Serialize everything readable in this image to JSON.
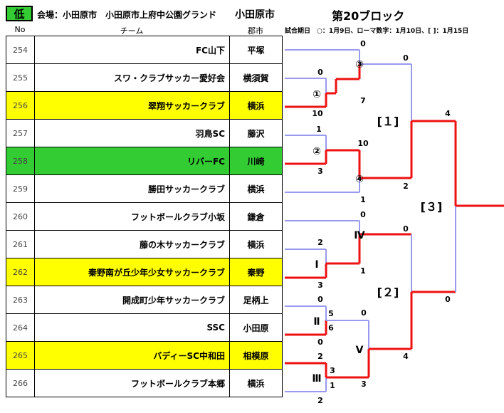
{
  "header": {
    "level_badge": "低",
    "venue": "会場：小田原市　小田原市上府中公園グランド",
    "city": "小田原市",
    "block_title": "第20ブロック",
    "date_note": "試合期日　○：1月9日、ローマ数字：1月10日、[ ]：1月15日",
    "col_no": "No",
    "col_team": "チーム",
    "col_area": "郡市"
  },
  "teams": [
    {
      "no": "254",
      "name": "FC山下",
      "area": "平塚",
      "hl": ""
    },
    {
      "no": "255",
      "name": "スワ・クラブサッカー愛好会",
      "area": "横須賀",
      "hl": ""
    },
    {
      "no": "256",
      "name": "翠翔サッカークラブ",
      "area": "横浜",
      "hl": "yellow"
    },
    {
      "no": "257",
      "name": "羽鳥SC",
      "area": "藤沢",
      "hl": ""
    },
    {
      "no": "258",
      "name": "リバーFC",
      "area": "川崎",
      "hl": "green"
    },
    {
      "no": "259",
      "name": "勝田サッカークラブ",
      "area": "横浜",
      "hl": ""
    },
    {
      "no": "260",
      "name": "フットボールクラブ小坂",
      "area": "鎌倉",
      "hl": ""
    },
    {
      "no": "261",
      "name": "藤の木サッカークラブ",
      "area": "横浜",
      "hl": ""
    },
    {
      "no": "262",
      "name": "秦野南が丘少年少女サッカークラブ",
      "area": "秦野",
      "hl": "yellow"
    },
    {
      "no": "263",
      "name": "開成町少年サッカークラブ",
      "area": "足柄上",
      "hl": ""
    },
    {
      "no": "264",
      "name": "SSC",
      "area": "小田原",
      "hl": ""
    },
    {
      "no": "265",
      "name": "バディーSC中和田",
      "area": "相模原",
      "hl": "yellow"
    },
    {
      "no": "266",
      "name": "フットボールクラブ本郷",
      "area": "横浜",
      "hl": ""
    }
  ],
  "bracket": {
    "games": [
      "①",
      "②",
      "③",
      "④",
      "Ⅰ",
      "Ⅱ",
      "Ⅲ",
      "Ⅳ",
      "Ⅴ",
      "[１]",
      "[２]",
      "[３]"
    ],
    "scores": {
      "g1_top": "0",
      "g1_bot": "10",
      "g2_top": "1",
      "g2_bot": "3",
      "g3_top": "0",
      "g3_bot": "7",
      "g4_top": "10",
      "g4_bot": "1",
      "gI_top": "2",
      "gI_bot": "3",
      "gII_top": "0",
      "gII_bot": "0",
      "gII_pk_top": "5",
      "gII_pk_bot": "6",
      "gIII_top": "2",
      "gIII_bot": "2",
      "gIII_pk_top": "3",
      "gIII_pk_bot": "1",
      "gIV_top": "0",
      "gIV_bot": "1",
      "gV_top": "0",
      "gV_bot": "3",
      "b1_top": "0",
      "b1_bot": "2",
      "b2_top": "0",
      "b2_bot": "4",
      "b3_top": "4",
      "b3_bot": "0"
    },
    "colors": {
      "win": "#ee1111",
      "lose": "#9999ee"
    }
  }
}
